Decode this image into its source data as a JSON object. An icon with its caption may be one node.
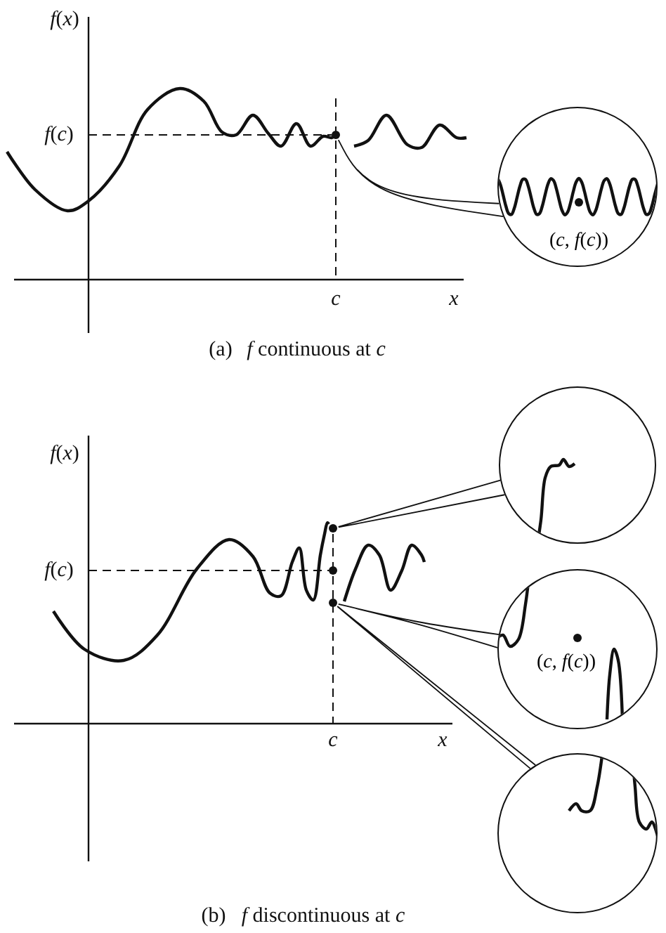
{
  "diagram": {
    "nodes": [
      {
        "text": [],
        "shape": "circle"
      },
      {
        "text": [
          "(*c*, *f*(*c*))"
        ]
      },
      {
        "text": [],
        "shape": "circle"
      },
      {
        "text": [],
        "shape": "circle"
      },
      {
        "text": [],
        "shape": "circle"
      },
      {
        "text": [],
        "shape": "circle"
      },
      {
        "text": [
          "(*c*, *f*(*c*))"
        ]
      },
      {
        "text": [],
        "shape": "circle"
      }
    ],
    "edges": [
      {
        "from": 0,
        "to": 1,
        "arrow": "none"
      },
      {
        "from": 2,
        "to": 5,
        "arrow": "none"
      },
      {
        "from": 4,
        "to": 6,
        "arrow": "none"
      },
      {
        "from": 4,
        "to": 7,
        "arrow": "none"
      }
    ],
    "labels": [
      "*f*(*x*)",
      "*f*(*c*)",
      "*c*",
      "*x*",
      "(a)",
      "*f* continuous at *c*",
      "*f*(*x*)",
      "*f*(*c*)",
      "*c*",
      "*x*",
      "(b)",
      "*f* discontinuous at *c*"
    ]
  }
}
